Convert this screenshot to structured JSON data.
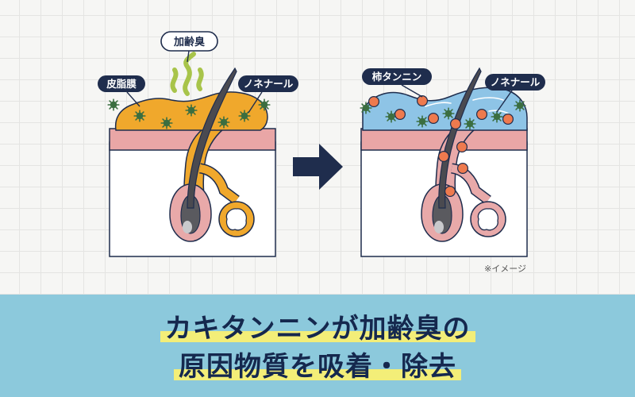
{
  "diagram": {
    "before": {
      "labels": {
        "sebum": "皮脂膜",
        "aging_odor": "加齢臭",
        "nonenal": "ノネナール"
      }
    },
    "after": {
      "labels": {
        "persimmon_tannin": "柿タンニン",
        "nonenal": "ノネナール"
      }
    },
    "note": "※イメージ"
  },
  "banner": {
    "line1": "カキタンニンが加齢臭の",
    "line2": "原因物質を吸着・除去"
  },
  "colors": {
    "navy": "#1f2d4d",
    "sebum_orange": "#f0a82c",
    "skin_pink": "#e9a6a6",
    "follicle_pink": "#e8a9a9",
    "tannin_blue": "#8ec4e6",
    "tannin_ball": "#ee7a4e",
    "nonenal_green": "#3f7a45",
    "odor_green": "#a8c44a",
    "banner_bg": "#8cc9dc",
    "highlight": "#f3ee78"
  }
}
